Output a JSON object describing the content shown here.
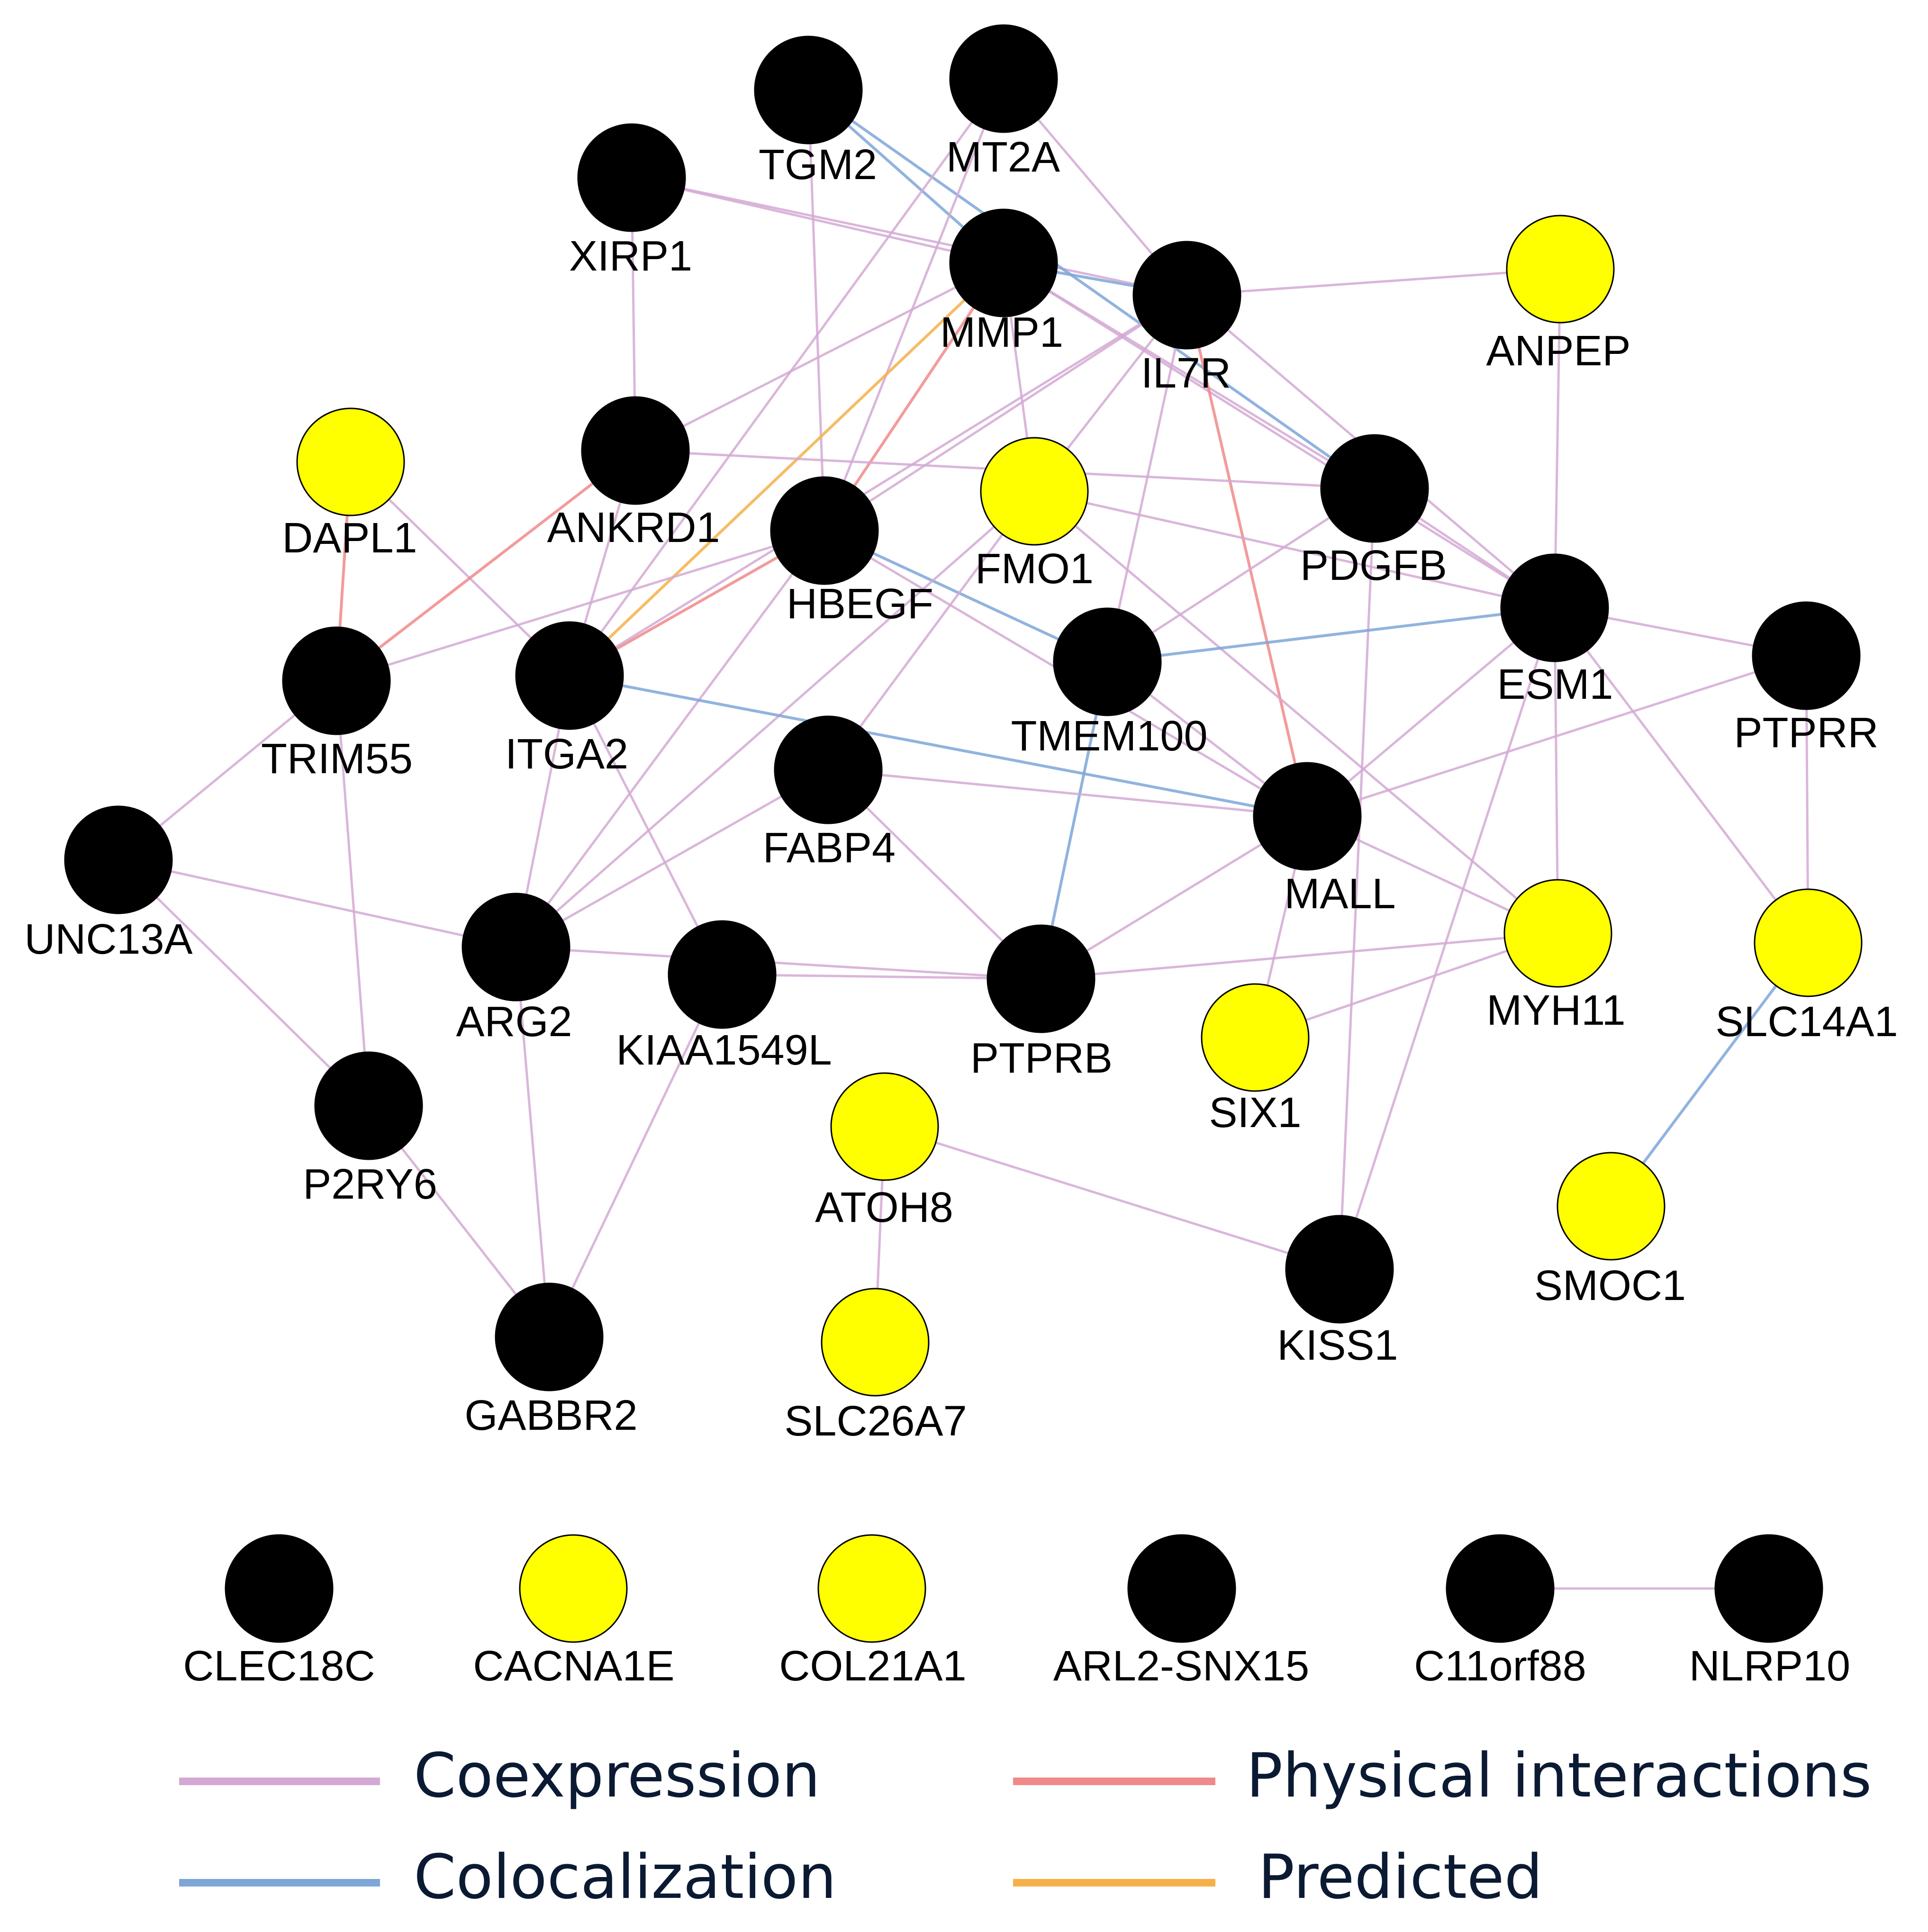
{
  "colors": {
    "query_node": "#000000",
    "related_node": "#ffff00",
    "coexpression": "#d3a9d4",
    "colocalization": "#7ea6d8",
    "physical": "#f08a8a",
    "predicted": "#f5b04a"
  },
  "legend": [
    {
      "key": "coexpression",
      "label": "Coexpression"
    },
    {
      "key": "physical",
      "label": "Physical interactions"
    },
    {
      "key": "colocalization",
      "label": "Colocalization"
    },
    {
      "key": "predicted",
      "label": "Predicted"
    }
  ],
  "nodes": [
    {
      "id": "TGM2",
      "label": "TGM2",
      "type": "query"
    },
    {
      "id": "MT2A",
      "label": "MT2A",
      "type": "query"
    },
    {
      "id": "XIRP1",
      "label": "XIRP1",
      "type": "query"
    },
    {
      "id": "MMP1",
      "label": "MMP1",
      "type": "query"
    },
    {
      "id": "IL7R",
      "label": "IL7R",
      "type": "query"
    },
    {
      "id": "ANPEP",
      "label": "ANPEP",
      "type": "related"
    },
    {
      "id": "DAPL1",
      "label": "DAPL1",
      "type": "related"
    },
    {
      "id": "ANKRD1",
      "label": "ANKRD1",
      "type": "query"
    },
    {
      "id": "HBEGF",
      "label": "HBEGF",
      "type": "query"
    },
    {
      "id": "FMO1",
      "label": "FMO1",
      "type": "related"
    },
    {
      "id": "PDGFB",
      "label": "PDGFB",
      "type": "query"
    },
    {
      "id": "ESM1",
      "label": "ESM1",
      "type": "query"
    },
    {
      "id": "PTPRR",
      "label": "PTPRR",
      "type": "query"
    },
    {
      "id": "TRIM55",
      "label": "TRIM55",
      "type": "query"
    },
    {
      "id": "ITGA2",
      "label": "ITGA2",
      "type": "query"
    },
    {
      "id": "TMEM100",
      "label": "TMEM100",
      "type": "query"
    },
    {
      "id": "FABP4",
      "label": "FABP4",
      "type": "query"
    },
    {
      "id": "MALL",
      "label": "MALL",
      "type": "query"
    },
    {
      "id": "UNC13A",
      "label": "UNC13A",
      "type": "query"
    },
    {
      "id": "ARG2",
      "label": "ARG2",
      "type": "query"
    },
    {
      "id": "KIAA1549L",
      "label": "KIAA1549L",
      "type": "query"
    },
    {
      "id": "PTPRB",
      "label": "PTPRB",
      "type": "query"
    },
    {
      "id": "SIX1",
      "label": "SIX1",
      "type": "related"
    },
    {
      "id": "MYH11",
      "label": "MYH11",
      "type": "related"
    },
    {
      "id": "SLC14A1",
      "label": "SLC14A1",
      "type": "related"
    },
    {
      "id": "P2RY6",
      "label": "P2RY6",
      "type": "query"
    },
    {
      "id": "ATOH8",
      "label": "ATOH8",
      "type": "related"
    },
    {
      "id": "SMOC1",
      "label": "SMOC1",
      "type": "related"
    },
    {
      "id": "KISS1",
      "label": "KISS1",
      "type": "query"
    },
    {
      "id": "GABBR2",
      "label": "GABBR2",
      "type": "query"
    },
    {
      "id": "SLC26A7",
      "label": "SLC26A7",
      "type": "related"
    },
    {
      "id": "CLEC18C",
      "label": "CLEC18C",
      "type": "query"
    },
    {
      "id": "CACNA1E",
      "label": "CACNA1E",
      "type": "related"
    },
    {
      "id": "COL21A1",
      "label": "COL21A1",
      "type": "related"
    },
    {
      "id": "ARL2-SNX15",
      "label": "ARL2-SNX15",
      "type": "query"
    },
    {
      "id": "C11orf88",
      "label": "C11orf88",
      "type": "query"
    },
    {
      "id": "NLRP10",
      "label": "NLRP10",
      "type": "query"
    }
  ],
  "edges": [
    {
      "source": "XIRP1",
      "target": "ANKRD1",
      "type": "coexpression"
    },
    {
      "source": "XIRP1",
      "target": "MMP1",
      "type": "coexpression"
    },
    {
      "source": "XIRP1",
      "target": "IL7R",
      "type": "coexpression"
    },
    {
      "source": "TGM2",
      "target": "MMP1",
      "type": "colocalization"
    },
    {
      "source": "TGM2",
      "target": "HBEGF",
      "type": "coexpression"
    },
    {
      "source": "TGM2",
      "target": "PDGFB",
      "type": "colocalization"
    },
    {
      "source": "MT2A",
      "target": "IL7R",
      "type": "coexpression"
    },
    {
      "source": "MT2A",
      "target": "ITGA2",
      "type": "coexpression"
    },
    {
      "source": "MT2A",
      "target": "HBEGF",
      "type": "coexpression"
    },
    {
      "source": "MMP1",
      "target": "IL7R",
      "type": "colocalization"
    },
    {
      "source": "MMP1",
      "target": "PDGFB",
      "type": "coexpression"
    },
    {
      "source": "MMP1",
      "target": "ESM1",
      "type": "coexpression"
    },
    {
      "source": "MMP1",
      "target": "ITGA2",
      "type": "predicted"
    },
    {
      "source": "MMP1",
      "target": "HBEGF",
      "type": "physical"
    },
    {
      "source": "MMP1",
      "target": "FMO1",
      "type": "coexpression"
    },
    {
      "source": "MMP1",
      "target": "ANKRD1",
      "type": "coexpression"
    },
    {
      "source": "IL7R",
      "target": "ANPEP",
      "type": "coexpression"
    },
    {
      "source": "IL7R",
      "target": "MALL",
      "type": "physical"
    },
    {
      "source": "IL7R",
      "target": "ESM1",
      "type": "coexpression"
    },
    {
      "source": "IL7R",
      "target": "HBEGF",
      "type": "coexpression"
    },
    {
      "source": "IL7R",
      "target": "TMEM100",
      "type": "coexpression"
    },
    {
      "source": "IL7R",
      "target": "FMO1",
      "type": "coexpression"
    },
    {
      "source": "IL7R",
      "target": "ITGA2",
      "type": "coexpression"
    },
    {
      "source": "ANPEP",
      "target": "ESM1",
      "type": "coexpression"
    },
    {
      "source": "DAPL1",
      "target": "TRIM55",
      "type": "physical"
    },
    {
      "source": "DAPL1",
      "target": "ITGA2",
      "type": "coexpression"
    },
    {
      "source": "ANKRD1",
      "target": "TRIM55",
      "type": "physical"
    },
    {
      "source": "ANKRD1",
      "target": "ITGA2",
      "type": "coexpression"
    },
    {
      "source": "ANKRD1",
      "target": "PDGFB",
      "type": "coexpression"
    },
    {
      "source": "HBEGF",
      "target": "ITGA2",
      "type": "physical"
    },
    {
      "source": "HBEGF",
      "target": "TMEM100",
      "type": "colocalization"
    },
    {
      "source": "HBEGF",
      "target": "ARG2",
      "type": "coexpression"
    },
    {
      "source": "HBEGF",
      "target": "MALL",
      "type": "coexpression"
    },
    {
      "source": "HBEGF",
      "target": "TRIM55",
      "type": "coexpression"
    },
    {
      "source": "FMO1",
      "target": "ESM1",
      "type": "coexpression"
    },
    {
      "source": "FMO1",
      "target": "FABP4",
      "type": "coexpression"
    },
    {
      "source": "FMO1",
      "target": "MYH11",
      "type": "coexpression"
    },
    {
      "source": "FMO1",
      "target": "ARG2",
      "type": "coexpression"
    },
    {
      "source": "PDGFB",
      "target": "ESM1",
      "type": "coexpression"
    },
    {
      "source": "PDGFB",
      "target": "KISS1",
      "type": "coexpression"
    },
    {
      "source": "PDGFB",
      "target": "TMEM100",
      "type": "coexpression"
    },
    {
      "source": "ESM1",
      "target": "PTPRR",
      "type": "coexpression"
    },
    {
      "source": "ESM1",
      "target": "TMEM100",
      "type": "colocalization"
    },
    {
      "source": "ESM1",
      "target": "MYH11",
      "type": "coexpression"
    },
    {
      "source": "ESM1",
      "target": "SLC14A1",
      "type": "coexpression"
    },
    {
      "source": "ESM1",
      "target": "KISS1",
      "type": "coexpression"
    },
    {
      "source": "ESM1",
      "target": "MALL",
      "type": "coexpression"
    },
    {
      "source": "PTPRR",
      "target": "SLC14A1",
      "type": "coexpression"
    },
    {
      "source": "PTPRR",
      "target": "MALL",
      "type": "coexpression"
    },
    {
      "source": "TRIM55",
      "target": "UNC13A",
      "type": "coexpression"
    },
    {
      "source": "TRIM55",
      "target": "P2RY6",
      "type": "coexpression"
    },
    {
      "source": "ITGA2",
      "target": "MALL",
      "type": "colocalization"
    },
    {
      "source": "ITGA2",
      "target": "ARG2",
      "type": "coexpression"
    },
    {
      "source": "ITGA2",
      "target": "KIAA1549L",
      "type": "coexpression"
    },
    {
      "source": "TMEM100",
      "target": "PTPRB",
      "type": "colocalization"
    },
    {
      "source": "TMEM100",
      "target": "MALL",
      "type": "coexpression"
    },
    {
      "source": "FABP4",
      "target": "MALL",
      "type": "coexpression"
    },
    {
      "source": "FABP4",
      "target": "PTPRB",
      "type": "coexpression"
    },
    {
      "source": "FABP4",
      "target": "ARG2",
      "type": "coexpression"
    },
    {
      "source": "MALL",
      "target": "PTPRB",
      "type": "coexpression"
    },
    {
      "source": "MALL",
      "target": "SIX1",
      "type": "coexpression"
    },
    {
      "source": "MALL",
      "target": "MYH11",
      "type": "coexpression"
    },
    {
      "source": "UNC13A",
      "target": "ARG2",
      "type": "coexpression"
    },
    {
      "source": "UNC13A",
      "target": "P2RY6",
      "type": "coexpression"
    },
    {
      "source": "ARG2",
      "target": "GABBR2",
      "type": "coexpression"
    },
    {
      "source": "ARG2",
      "target": "PTPRB",
      "type": "coexpression"
    },
    {
      "source": "KIAA1549L",
      "target": "PTPRB",
      "type": "coexpression"
    },
    {
      "source": "KIAA1549L",
      "target": "GABBR2",
      "type": "coexpression"
    },
    {
      "source": "PTPRB",
      "target": "MYH11",
      "type": "coexpression"
    },
    {
      "source": "SIX1",
      "target": "MYH11",
      "type": "coexpression"
    },
    {
      "source": "P2RY6",
      "target": "GABBR2",
      "type": "coexpression"
    },
    {
      "source": "ATOH8",
      "target": "KISS1",
      "type": "coexpression"
    },
    {
      "source": "ATOH8",
      "target": "SLC26A7",
      "type": "coexpression"
    },
    {
      "source": "SLC14A1",
      "target": "SMOC1",
      "type": "colocalization"
    },
    {
      "source": "C11orf88",
      "target": "NLRP10",
      "type": "coexpression"
    }
  ]
}
